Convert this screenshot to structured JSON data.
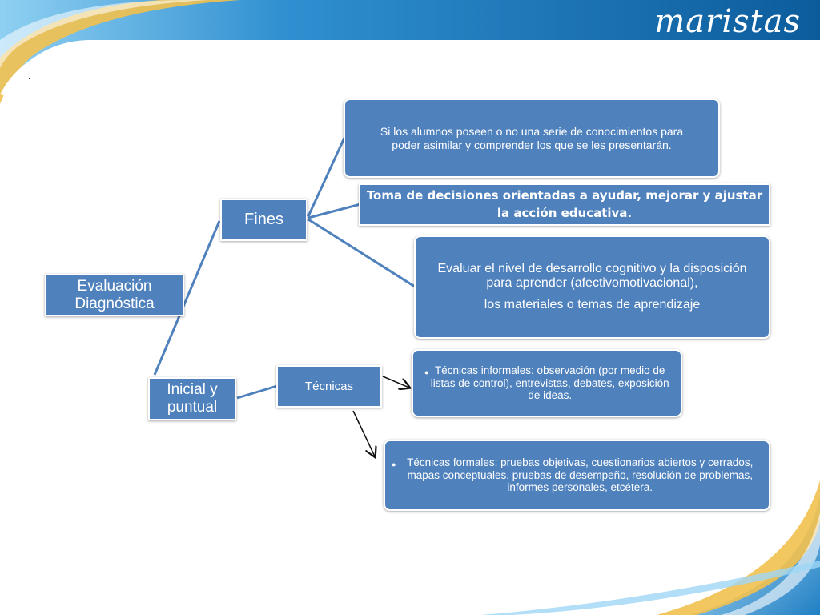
{
  "logo": {
    "text": "maristas"
  },
  "decor": {
    "dot": "."
  },
  "nodes": {
    "root": "Evaluación Diagnóstica",
    "fines": "Fines",
    "inicial": "Inicial y puntual",
    "tecnicas": "Técnicas",
    "fin1": "Si los alumnos poseen o no una serie de conocimientos para poder asimilar y comprender los que se les presentarán.",
    "fin2": "Toma de decisiones orientadas a ayudar, mejorar y ajustar la acción educativa.",
    "fin3": "Evaluar el nivel de desarrollo cognitivo y la disposición para aprender (afectivomotivacional),",
    "fin3b": "los materiales o temas de aprendizaje",
    "tec1": "Técnicas informales: observación (por medio de listas de control), entrevistas, debates, exposición de ideas.",
    "tec2": "Técnicas formales: pruebas objetivas, cuestionarios abiertos y cerrados, mapas conceptuales, pruebas de desempeño, resolución de problemas, informes personales, etcétera."
  },
  "colors": {
    "box": "#4f81bd",
    "line": "#4f81bd",
    "arrow": "#111111",
    "banner": "#1f6fb2",
    "accent": "#f2c14e"
  }
}
